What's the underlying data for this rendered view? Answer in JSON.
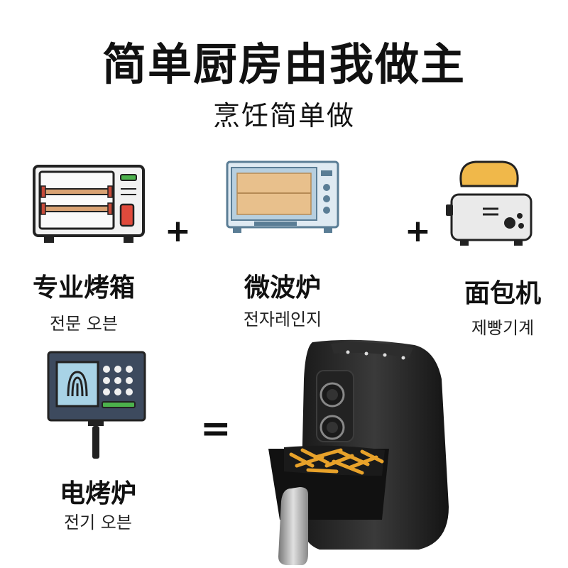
{
  "header": {
    "title": "简单厨房由我做主",
    "subtitle": "烹饪简单做"
  },
  "items": [
    {
      "name_cn": "专业烤箱",
      "name_kr": "전문 오븐",
      "icon": "oven-icon"
    },
    {
      "name_cn": "微波炉",
      "name_kr": "전자레인지",
      "icon": "microwave-icon"
    },
    {
      "name_cn": "面包机",
      "name_kr": "제빵기계",
      "icon": "toaster-icon"
    },
    {
      "name_cn": "电烤炉",
      "name_kr": "전기 오븐",
      "icon": "electric-grill-icon"
    }
  ],
  "operators": {
    "plus": "+",
    "equals": "="
  },
  "product": {
    "icon": "air-fryer-icon"
  }
}
